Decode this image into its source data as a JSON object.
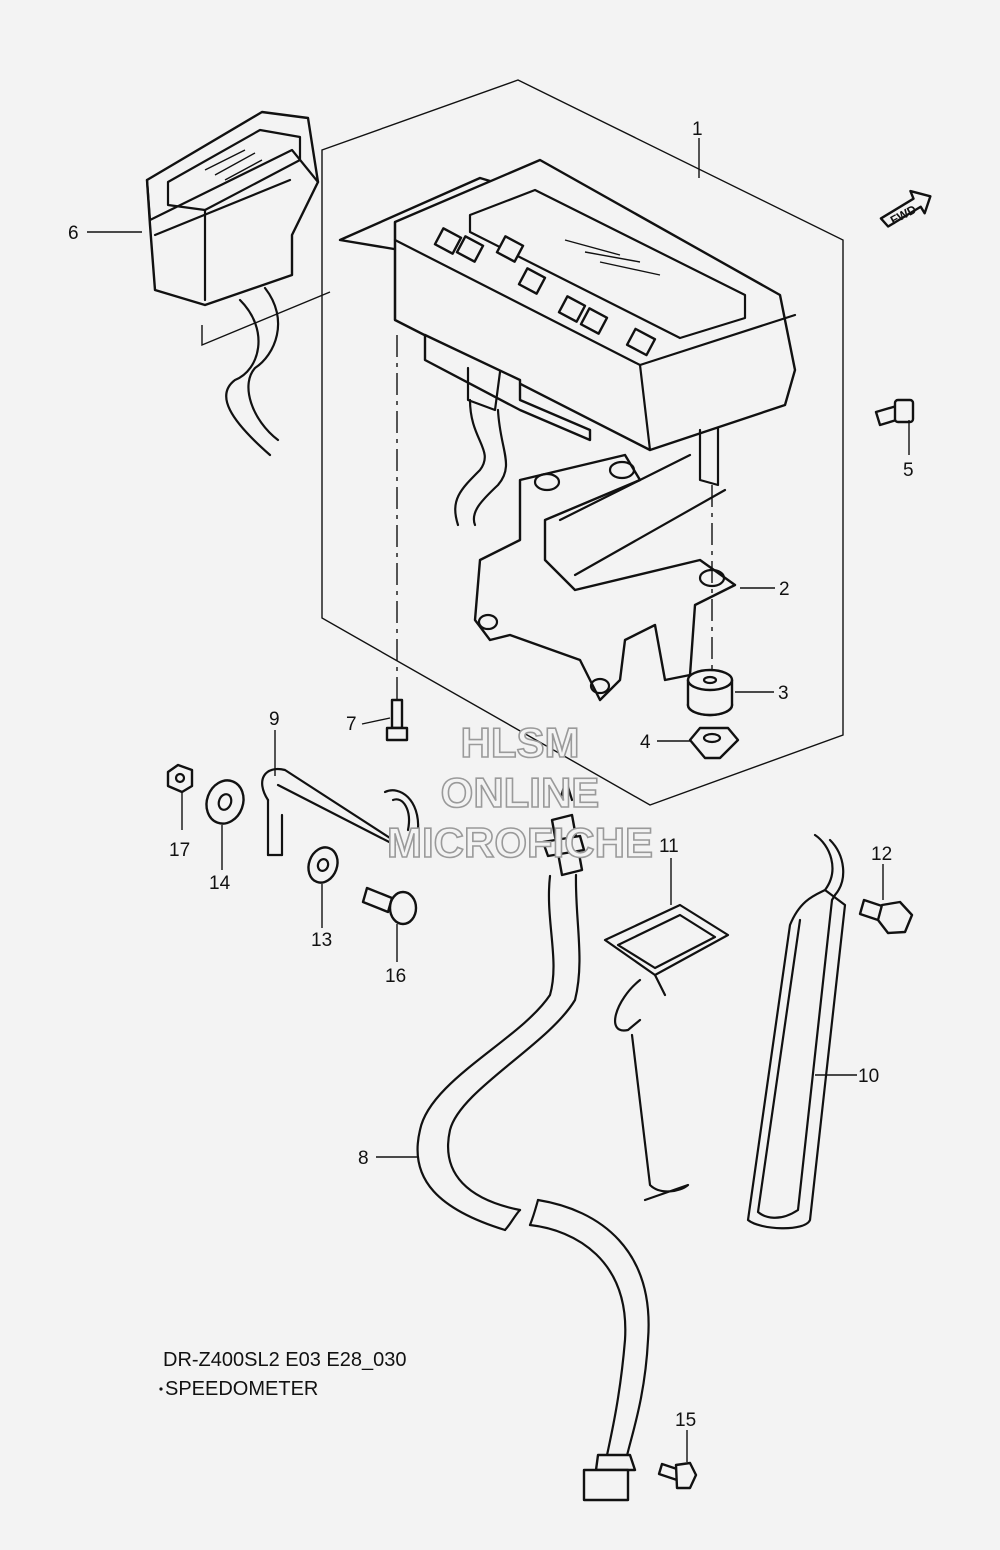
{
  "diagram": {
    "callouts": [
      "1",
      "2",
      "3",
      "4",
      "5",
      "6",
      "7",
      "8",
      "9",
      "10",
      "11",
      "12",
      "13",
      "14",
      "15",
      "16",
      "17"
    ],
    "direction_marker": "FWD",
    "watermark": [
      "HLSM",
      "ONLINE",
      "MICROFICHE"
    ],
    "caption": {
      "model": "DR-Z400SL2 E03 E28_030",
      "section": "SPEEDOMETER"
    }
  }
}
